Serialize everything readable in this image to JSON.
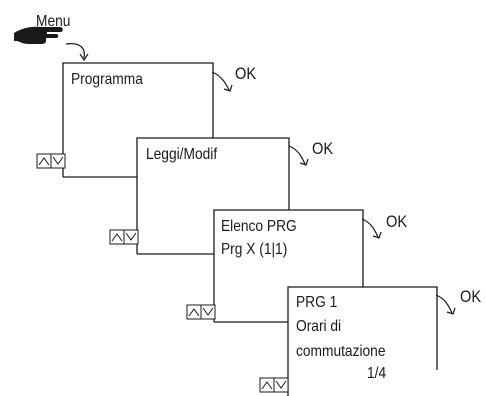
{
  "menu": {
    "label": "Menu",
    "hand_icon": "pointing-hand-icon"
  },
  "screens": [
    {
      "lines": [
        "Programma"
      ],
      "ok_label": "OK",
      "nav_icons": [
        "up-arrow-key-icon",
        "down-arrow-key-icon"
      ]
    },
    {
      "lines": [
        "Leggi/Modif"
      ],
      "ok_label": "OK",
      "nav_icons": [
        "up-arrow-key-icon",
        "down-arrow-key-icon"
      ]
    },
    {
      "lines": [
        "Elenco PRG",
        "Prg X (1|1)"
      ],
      "ok_label": "OK",
      "nav_icons": [
        "up-arrow-key-icon",
        "down-arrow-key-icon"
      ]
    },
    {
      "lines": [
        "PRG 1",
        "Orari di",
        "commutazione",
        "1/4"
      ],
      "ok_label": "OK",
      "nav_icons": [
        "up-arrow-key-icon",
        "down-arrow-key-icon"
      ]
    }
  ]
}
